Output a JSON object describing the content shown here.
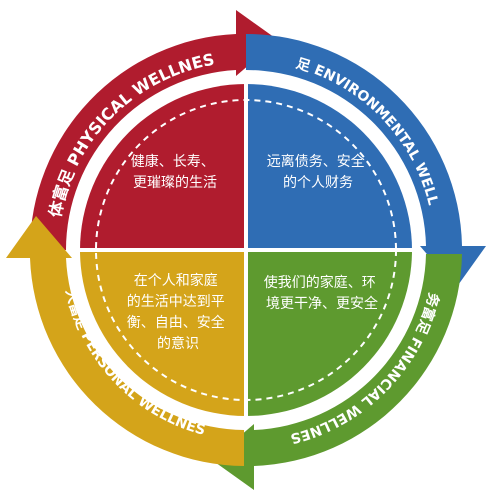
{
  "colors": {
    "red": "#b01c2e",
    "blue": "#2f6db4",
    "green": "#5e9a2f",
    "gold": "#d4a41a",
    "dashed": "#ffffff"
  },
  "ring": {
    "physical": "身体富足 PHYSICAL WELLNESS",
    "environmental": "环境富足 ENVIRONMENTAL WELLNESS",
    "financial": "财务富足 FINANCIAL WELLNESS",
    "personal": "个人富足 PERSONAL WELLNESS"
  },
  "quadrants": {
    "top_left": {
      "lines": [
        "健康、长寿、",
        "更璀璨的生活"
      ]
    },
    "top_right": {
      "lines": [
        "远离债务、安全",
        "的个人财务"
      ]
    },
    "bottom_right": {
      "lines": [
        "使我们的家庭、环",
        "境更干净、更安全"
      ]
    },
    "bottom_left": {
      "lines": [
        "在个人和家庭",
        "的生活中达到平",
        "衡、自由、安全",
        "的意识"
      ]
    }
  }
}
